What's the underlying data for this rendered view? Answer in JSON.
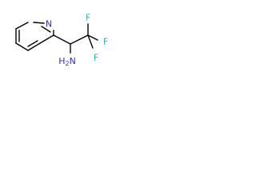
{
  "molecule": {
    "atoms": [
      {
        "id": "n-ring",
        "label": "N",
        "color": "#2f2fc8"
      },
      {
        "id": "f-top",
        "label": "F",
        "color": "#33b5b5"
      },
      {
        "id": "f-right",
        "label": "F",
        "color": "#33b5b5"
      },
      {
        "id": "f-mid",
        "label": "F",
        "color": "#33b5b5"
      },
      {
        "id": "amine",
        "label": "H2N",
        "color": "#2f2fc8",
        "subscript_index": 1
      }
    ],
    "bond_color": "#000000"
  }
}
